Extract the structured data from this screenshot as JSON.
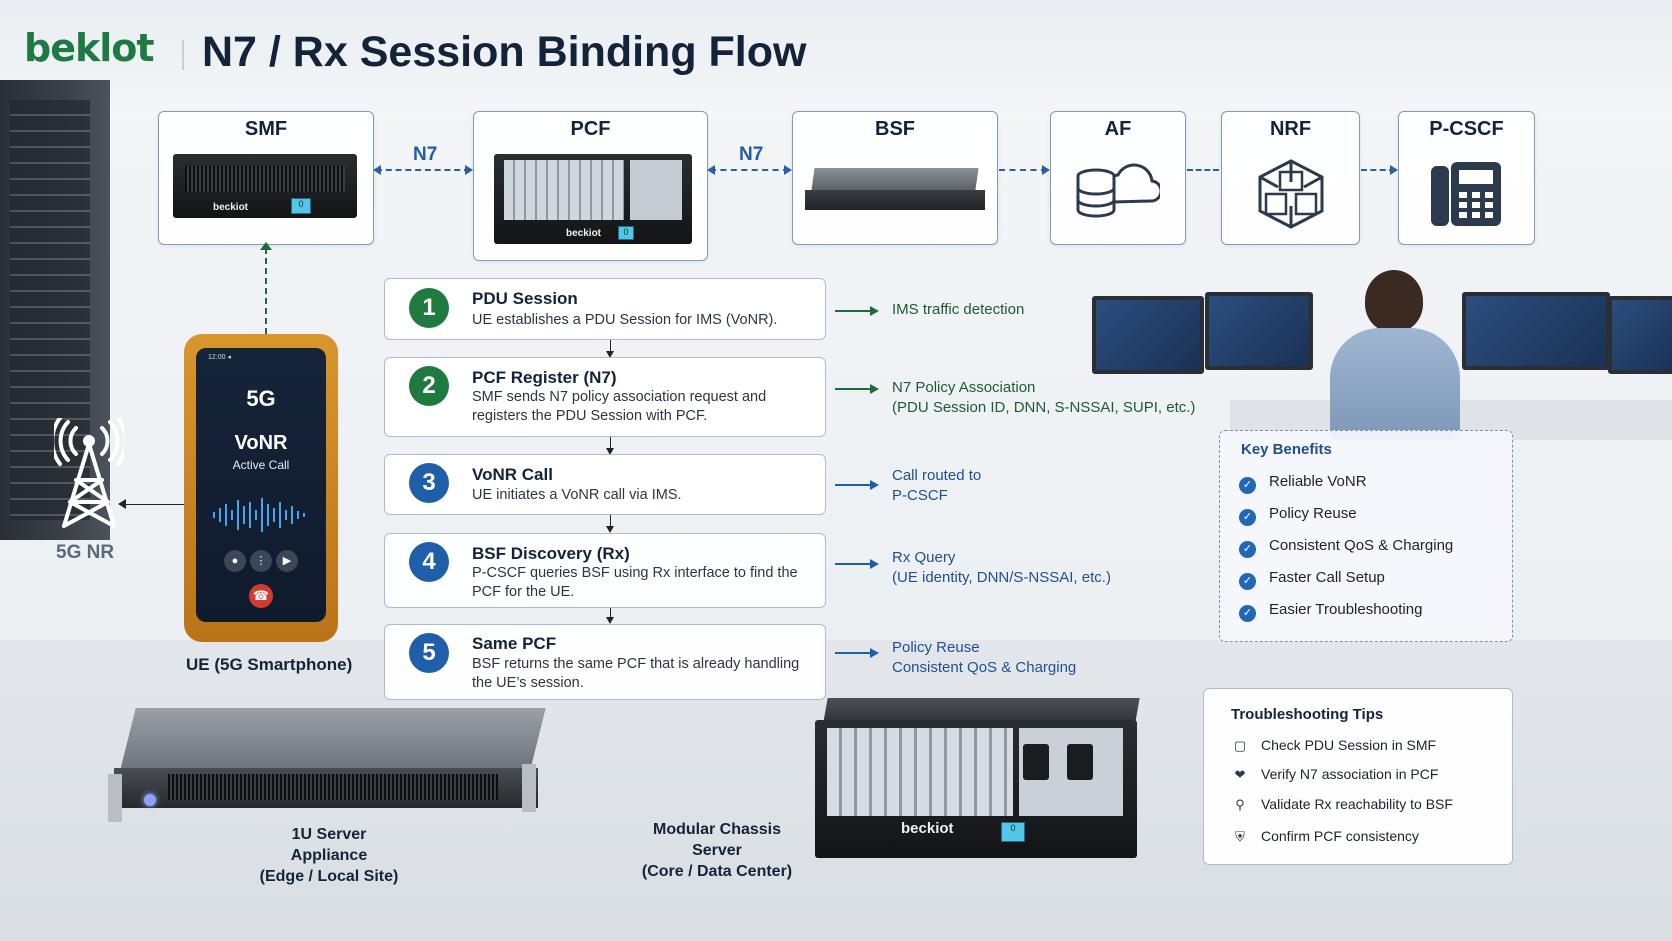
{
  "brand": {
    "logo": "beklot"
  },
  "title": "N7 / Rx Session Binding Flow",
  "nodes": {
    "smf": "SMF",
    "pcf": "PCF",
    "bsf": "BSF",
    "af": "AF",
    "nrf": "NRF",
    "pcscf": "P-CSCF"
  },
  "device_text": {
    "brand_mini": "beckiot",
    "lcd": "0"
  },
  "links": {
    "smf_pcf": "N7",
    "pcf_bsf": "N7"
  },
  "steps": [
    {
      "num": "1",
      "title": "PDU Session",
      "desc": "UE establishes a PDU Session for IMS (VoNR).",
      "note": "IMS traffic detection",
      "color": "#1e7a3f"
    },
    {
      "num": "2",
      "title": "PCF Register (N7)",
      "desc": "SMF sends N7 policy association request and registers the PDU Session with PCF.",
      "note": "N7 Policy Association\n(PDU Session ID, DNN, S-NSSAI, SUPI, etc.)",
      "color": "#1e7a3f"
    },
    {
      "num": "3",
      "title": "VoNR Call",
      "desc": "UE initiates a VoNR call via IMS.",
      "note": "Call routed to\nP-CSCF",
      "color": "#1f5ea8"
    },
    {
      "num": "4",
      "title": "BSF Discovery (Rx)",
      "desc": "P-CSCF queries BSF using Rx interface to find the PCF for the UE.",
      "note": "Rx Query\n(UE identity, DNN/S-NSSAI, etc.)",
      "color": "#1f5ea8"
    },
    {
      "num": "5",
      "title": "Same PCF",
      "desc": "BSF returns the same PCF that is already handling the UE’s session.",
      "note": "Policy Reuse\nConsistent QoS & Charging",
      "color": "#1f5ea8"
    }
  ],
  "phone": {
    "status": "12:00 ◂",
    "network": "5G",
    "call_type": "VoNR",
    "call_state": "Active Call",
    "label": "UE (5G Smartphone)"
  },
  "tower": {
    "label": "5G NR"
  },
  "benefits": {
    "title": "Key Benefits",
    "items": [
      "Reliable VoNR",
      "Policy Reuse",
      "Consistent QoS & Charging",
      "Faster Call Setup",
      "Easier Troubleshooting"
    ]
  },
  "tips": {
    "title": "Troubleshooting Tips",
    "items": [
      {
        "icon": "document-icon",
        "text": "Check PDU Session in SMF"
      },
      {
        "icon": "handshake-icon",
        "text": "Verify N7 association in PCF"
      },
      {
        "icon": "network-search-icon",
        "text": "Validate Rx reachability to BSF"
      },
      {
        "icon": "shield-check-icon",
        "text": "Confirm PCF consistency"
      }
    ]
  },
  "hardware": {
    "appliance": {
      "line1": "1U Server Appliance",
      "line2": "(Edge / Local Site)"
    },
    "chassis": {
      "line1": "Modular Chassis Server",
      "line2": "(Core / Data Center)",
      "brand": "beckiot"
    }
  },
  "colors": {
    "green": "#1e7a3f",
    "blue": "#1f5ea8",
    "title": "#13243a"
  }
}
